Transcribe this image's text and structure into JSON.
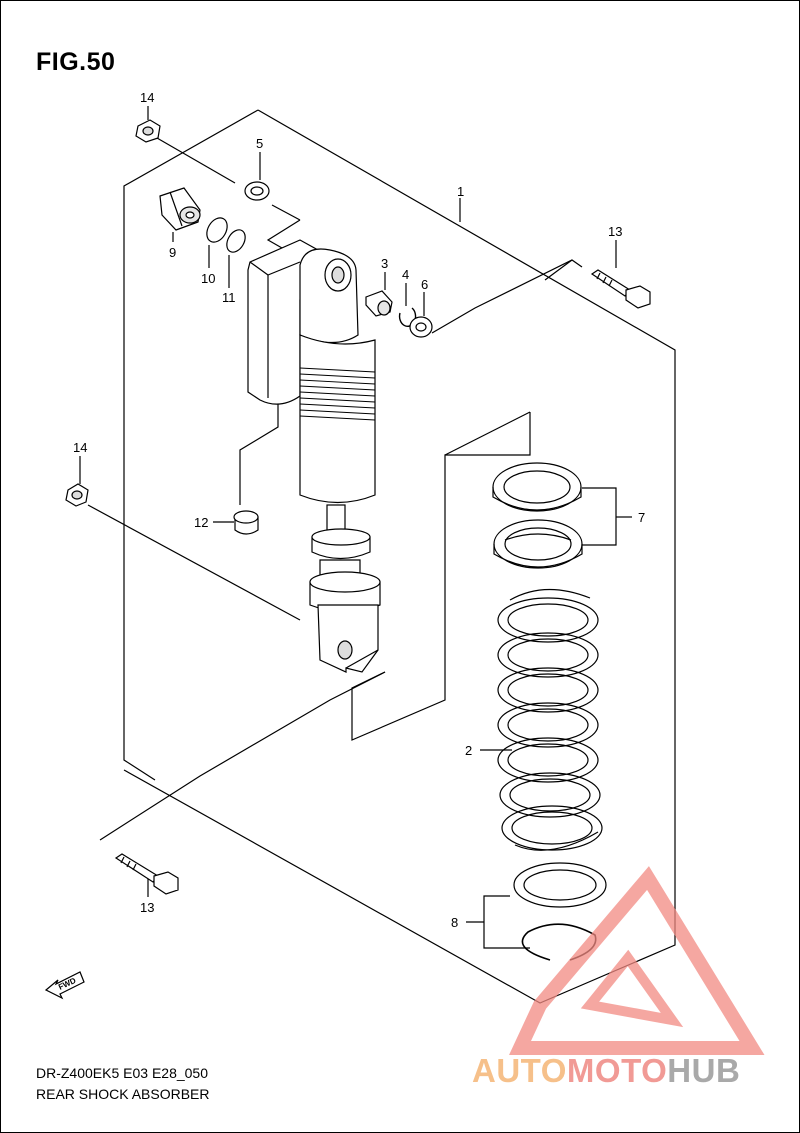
{
  "figure": {
    "title": "FIG.50"
  },
  "footer": {
    "model_code": "DR-Z400EK5 E03 E28_050",
    "section_name": "REAR SHOCK ABSORBER"
  },
  "orientation": {
    "fwd_label": "FWD"
  },
  "watermark": {
    "part1": "AUTO",
    "part2": "MOTO",
    "part3": "HUB"
  },
  "callouts": {
    "c1": "1",
    "c2": "2",
    "c3": "3",
    "c4": "4",
    "c5": "5",
    "c6": "6",
    "c7": "7",
    "c8": "8",
    "c9": "9",
    "c10": "10",
    "c11": "11",
    "c12": "12",
    "c13_top": "13",
    "c13_bottom": "13",
    "c14_top": "14",
    "c14_mid": "14"
  },
  "colors": {
    "line": "#000000",
    "watermark_red": "#f08080",
    "watermark_orange": "#f6c08a",
    "watermark_gray": "#a9a9a9"
  }
}
